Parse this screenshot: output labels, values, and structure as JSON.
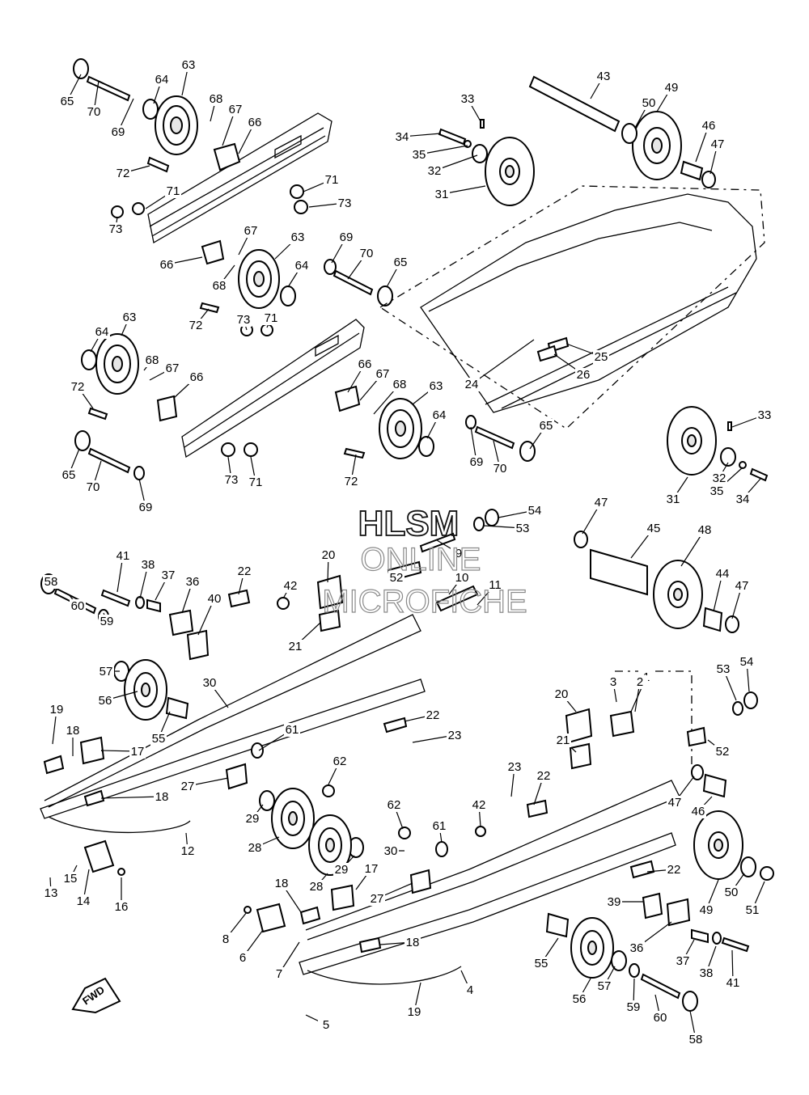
{
  "watermark": {
    "line1": "HLSM",
    "line2": "ONLINE",
    "line3": "MICROFICHE"
  },
  "fwd_badge": {
    "label": "FWD"
  },
  "callouts": [
    {
      "n": "65"
    },
    {
      "n": "70"
    },
    {
      "n": "69"
    },
    {
      "n": "64"
    },
    {
      "n": "63"
    },
    {
      "n": "68"
    },
    {
      "n": "67"
    },
    {
      "n": "66"
    },
    {
      "n": "72"
    },
    {
      "n": "71"
    },
    {
      "n": "73"
    },
    {
      "n": "73"
    },
    {
      "n": "71"
    },
    {
      "n": "66"
    },
    {
      "n": "68"
    },
    {
      "n": "67"
    },
    {
      "n": "63"
    },
    {
      "n": "64"
    },
    {
      "n": "69"
    },
    {
      "n": "70"
    },
    {
      "n": "65"
    },
    {
      "n": "72"
    },
    {
      "n": "63"
    },
    {
      "n": "64"
    },
    {
      "n": "68"
    },
    {
      "n": "67"
    },
    {
      "n": "66"
    },
    {
      "n": "72"
    },
    {
      "n": "65"
    },
    {
      "n": "70"
    },
    {
      "n": "69"
    },
    {
      "n": "73"
    },
    {
      "n": "71"
    },
    {
      "n": "66"
    },
    {
      "n": "67"
    },
    {
      "n": "68"
    },
    {
      "n": "63"
    },
    {
      "n": "64"
    },
    {
      "n": "69"
    },
    {
      "n": "70"
    },
    {
      "n": "65"
    },
    {
      "n": "72"
    },
    {
      "n": "73"
    },
    {
      "n": "71"
    },
    {
      "n": "33"
    },
    {
      "n": "34"
    },
    {
      "n": "35"
    },
    {
      "n": "32"
    },
    {
      "n": "31"
    },
    {
      "n": "43"
    },
    {
      "n": "49"
    },
    {
      "n": "50"
    },
    {
      "n": "46"
    },
    {
      "n": "47"
    },
    {
      "n": "25"
    },
    {
      "n": "26"
    },
    {
      "n": "24"
    },
    {
      "n": "33"
    },
    {
      "n": "32"
    },
    {
      "n": "35"
    },
    {
      "n": "34"
    },
    {
      "n": "31"
    },
    {
      "n": "54"
    },
    {
      "n": "53"
    },
    {
      "n": "9"
    },
    {
      "n": "52"
    },
    {
      "n": "10"
    },
    {
      "n": "11"
    },
    {
      "n": "47"
    },
    {
      "n": "45"
    },
    {
      "n": "48"
    },
    {
      "n": "44"
    },
    {
      "n": "47"
    },
    {
      "n": "41"
    },
    {
      "n": "38"
    },
    {
      "n": "37"
    },
    {
      "n": "36"
    },
    {
      "n": "40"
    },
    {
      "n": "22"
    },
    {
      "n": "42"
    },
    {
      "n": "20"
    },
    {
      "n": "21"
    },
    {
      "n": "58"
    },
    {
      "n": "60"
    },
    {
      "n": "59"
    },
    {
      "n": "57"
    },
    {
      "n": "56"
    },
    {
      "n": "55"
    },
    {
      "n": "30"
    },
    {
      "n": "61"
    },
    {
      "n": "19"
    },
    {
      "n": "18"
    },
    {
      "n": "17"
    },
    {
      "n": "18"
    },
    {
      "n": "27"
    },
    {
      "n": "22"
    },
    {
      "n": "23"
    },
    {
      "n": "62"
    },
    {
      "n": "29"
    },
    {
      "n": "28"
    },
    {
      "n": "12"
    },
    {
      "n": "13"
    },
    {
      "n": "15"
    },
    {
      "n": "14"
    },
    {
      "n": "16"
    },
    {
      "n": "1"
    },
    {
      "n": "3"
    },
    {
      "n": "2"
    },
    {
      "n": "53"
    },
    {
      "n": "54"
    },
    {
      "n": "52"
    },
    {
      "n": "20"
    },
    {
      "n": "21"
    },
    {
      "n": "23"
    },
    {
      "n": "22"
    },
    {
      "n": "47"
    },
    {
      "n": "46"
    },
    {
      "n": "62"
    },
    {
      "n": "42"
    },
    {
      "n": "61"
    },
    {
      "n": "30"
    },
    {
      "n": "29"
    },
    {
      "n": "28"
    },
    {
      "n": "17"
    },
    {
      "n": "27"
    },
    {
      "n": "22"
    },
    {
      "n": "18"
    },
    {
      "n": "8"
    },
    {
      "n": "6"
    },
    {
      "n": "7"
    },
    {
      "n": "18"
    },
    {
      "n": "39"
    },
    {
      "n": "36"
    },
    {
      "n": "37"
    },
    {
      "n": "38"
    },
    {
      "n": "41"
    },
    {
      "n": "49"
    },
    {
      "n": "50"
    },
    {
      "n": "51"
    },
    {
      "n": "55"
    },
    {
      "n": "57"
    },
    {
      "n": "56"
    },
    {
      "n": "59"
    },
    {
      "n": "60"
    },
    {
      "n": "58"
    },
    {
      "n": "4"
    },
    {
      "n": "19"
    },
    {
      "n": "5"
    }
  ]
}
